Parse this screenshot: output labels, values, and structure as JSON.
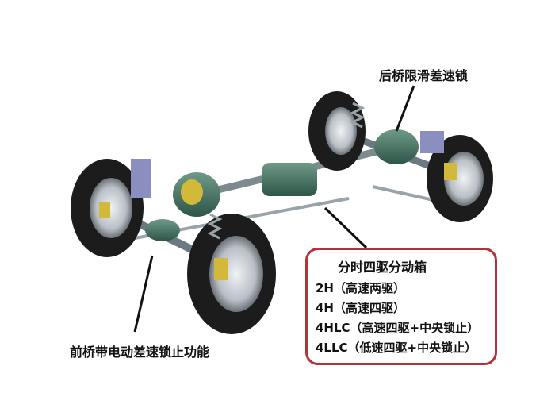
{
  "labels": {
    "rear_axle": "后桥限滑差速锁",
    "front_axle": "前桥带电动差速锁止功能"
  },
  "transfer_case": {
    "title": "分时四驱分动箱",
    "modes": [
      "2H（高速两驱）",
      "4H（高速四驱）",
      "4HLC（高速四驱+中央锁止）",
      "4LLC（低速四驱+中央锁止）"
    ]
  },
  "colors": {
    "box_border": "#b3323c",
    "housing": "#3f6b5a",
    "tire": "#1c1c1c",
    "rim": "#c9cdd2"
  }
}
